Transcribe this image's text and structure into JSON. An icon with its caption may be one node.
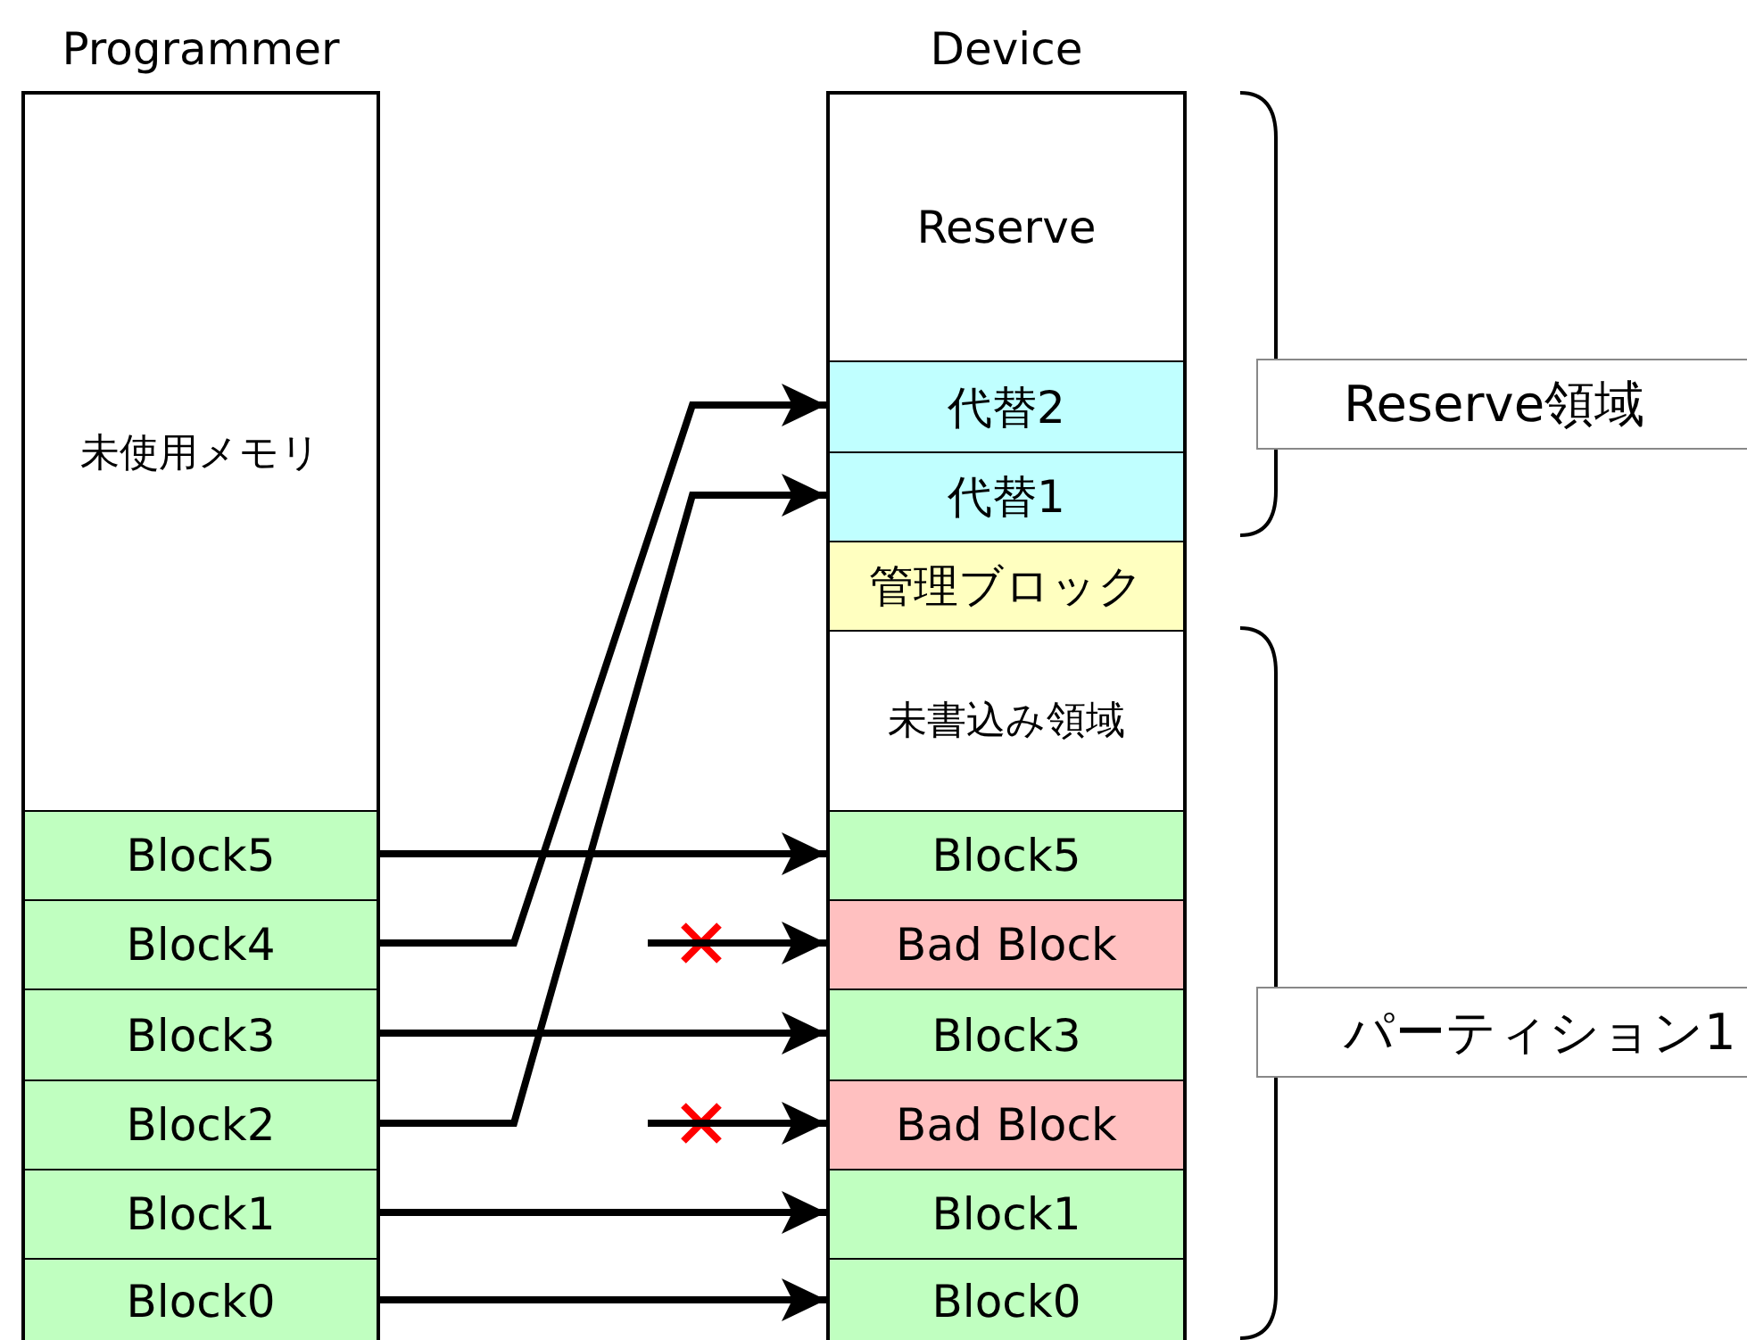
{
  "diagram": {
    "nodes": [
      {
        "text": [
          "Programmer"
        ]
      },
      {
        "text": [
          "未使用メモリ"
        ],
        "in": 0
      },
      {
        "text": [
          "Block5"
        ],
        "in": 0
      },
      {
        "text": [
          "Block4"
        ],
        "in": 0
      },
      {
        "text": [
          "Block3"
        ],
        "in": 0
      },
      {
        "text": [
          "Block2"
        ],
        "in": 0
      },
      {
        "text": [
          "Block1"
        ],
        "in": 0
      },
      {
        "text": [
          "Block0"
        ],
        "in": 0
      },
      {
        "text": [
          "Device"
        ]
      },
      {
        "text": [
          "Reserve"
        ],
        "in": 8
      },
      {
        "text": [
          "代替2"
        ],
        "in": 8
      },
      {
        "text": [
          "代替1"
        ],
        "in": 8
      },
      {
        "text": [
          "管理ブロック"
        ],
        "in": 8
      },
      {
        "text": [
          "未書込み領域"
        ],
        "in": 8
      },
      {
        "text": [
          "Block5"
        ],
        "in": 8
      },
      {
        "text": [
          "Bad Block"
        ],
        "in": 8
      },
      {
        "text": [
          "Block3"
        ],
        "in": 8
      },
      {
        "text": [
          "Bad Block"
        ],
        "in": 8
      },
      {
        "text": [
          "Block1"
        ],
        "in": 8
      },
      {
        "text": [
          "Block0"
        ],
        "in": 8
      },
      {
        "text": [
          "Reserve領域"
        ]
      },
      {
        "text": [
          "パーティション1"
        ]
      }
    ],
    "edges": [
      {
        "from": 2,
        "to": 14,
        "arrow": "to"
      },
      {
        "from": 3,
        "to": 10,
        "arrow": "to"
      },
      {
        "from": null,
        "to": 15,
        "arrow": "to"
      },
      {
        "from": 4,
        "to": 16,
        "arrow": "to"
      },
      {
        "from": 5,
        "to": 11,
        "arrow": "to"
      },
      {
        "from": null,
        "to": 17,
        "arrow": "to"
      },
      {
        "from": 6,
        "to": 18,
        "arrow": "to"
      },
      {
        "from": 7,
        "to": 19,
        "arrow": "to"
      }
    ]
  }
}
